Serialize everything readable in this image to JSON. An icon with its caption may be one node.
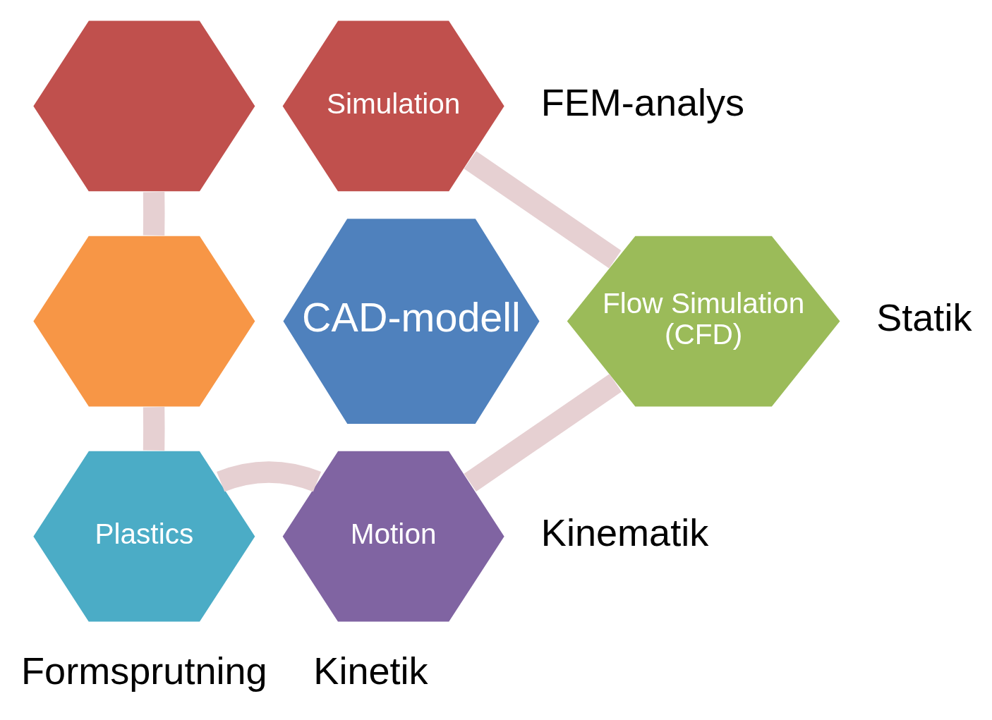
{
  "diagram": {
    "nodes": [
      {
        "text": [
          "Simulation"
        ]
      },
      {
        "text": [],
        "shape": "hexagon"
      },
      {
        "text": [
          "Flow Simulation",
          "(CFD)"
        ]
      },
      {
        "text": [
          "CAD-modell"
        ]
      },
      {
        "text": [],
        "shape": "hexagon"
      },
      {
        "text": [
          "Motion"
        ]
      },
      {
        "text": [
          "Plastics"
        ]
      }
    ],
    "edges": [
      {
        "from": 0,
        "to": 2,
        "arrow": "none"
      },
      {
        "from": 2,
        "to": 5,
        "arrow": "none"
      },
      {
        "from": 5,
        "to": 6,
        "arrow": "none"
      },
      {
        "from": 6,
        "to": 4,
        "arrow": "none"
      },
      {
        "from": 4,
        "to": 1,
        "arrow": "none"
      }
    ],
    "labels": [
      "FEM-analys",
      "Statik",
      "Kinematik",
      "Kinetik",
      "Formsprutning"
    ]
  }
}
